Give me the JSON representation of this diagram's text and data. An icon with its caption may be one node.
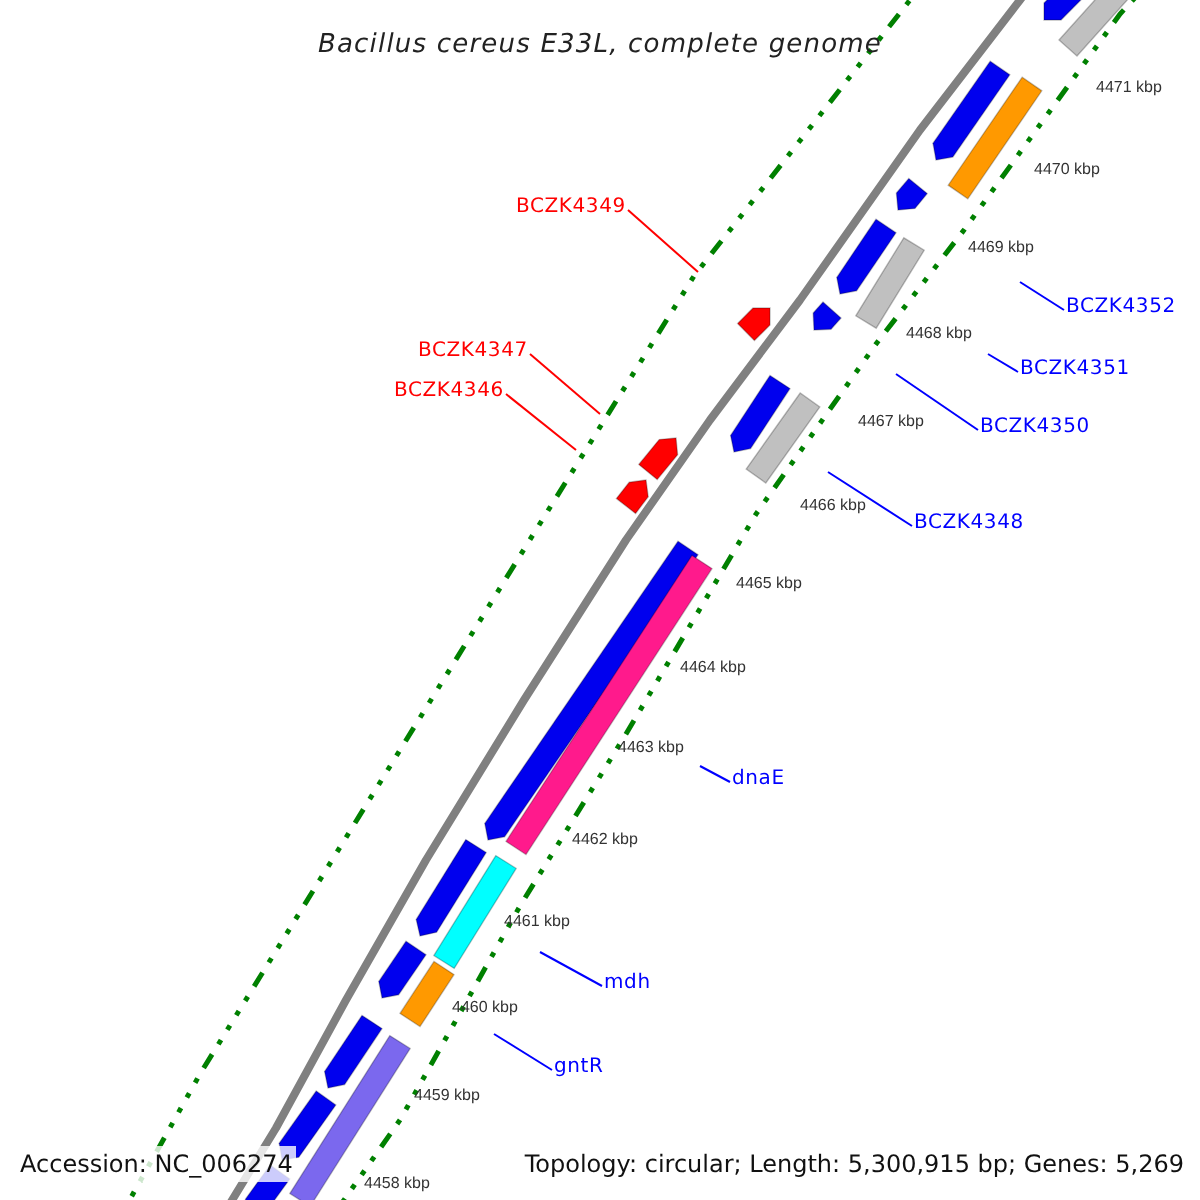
{
  "diagram": {
    "title": "Bacillus cereus E33L, complete genome",
    "nodes": [
      {
        "text": [
          "BCZK4349"
        ]
      },
      {
        "text": [
          "BCZK4352"
        ]
      },
      {
        "text": [
          "BCZK4347"
        ]
      },
      {
        "text": [
          "BCZK4351"
        ]
      },
      {
        "text": [
          "BCZK4346"
        ]
      },
      {
        "text": [
          "BCZK4350"
        ]
      },
      {
        "text": [
          "BCZK4348"
        ]
      },
      {
        "text": [
          "dnaE"
        ]
      },
      {
        "text": [
          "mdh"
        ]
      },
      {
        "text": [
          "gntR"
        ]
      }
    ],
    "edges": [
      {
        "from": 0,
        "to": null,
        "arrow": "none",
        "color": "#ff0000"
      },
      {
        "from": 1,
        "to": null,
        "arrow": "none"
      },
      {
        "from": 2,
        "to": null,
        "arrow": "none",
        "color": "#ff0000"
      },
      {
        "from": 3,
        "to": null,
        "arrow": "none"
      },
      {
        "from": 4,
        "to": null,
        "arrow": "none",
        "color": "#ff0000"
      },
      {
        "from": 5,
        "to": null,
        "arrow": "none"
      },
      {
        "from": 6,
        "to": null,
        "arrow": "none"
      },
      {
        "from": 7,
        "to": null,
        "arrow": "none"
      },
      {
        "from": 8,
        "to": null,
        "arrow": "none"
      },
      {
        "from": 9,
        "to": null,
        "arrow": "none"
      }
    ],
    "labels": [
      "4471 kbp",
      "4470 kbp",
      "4469 kbp",
      "4468 kbp",
      "4467 kbp",
      "4466 kbp",
      "4465 kbp",
      "4464 kbp",
      "4463 kbp",
      "4462 kbp",
      "4461 kbp",
      "4460 kbp",
      "4459 kbp",
      "4458 kbp",
      "Accession: NC_006274",
      "Topology: circular; Length: 5,300,915 bp; Genes: 5,269"
    ]
  }
}
